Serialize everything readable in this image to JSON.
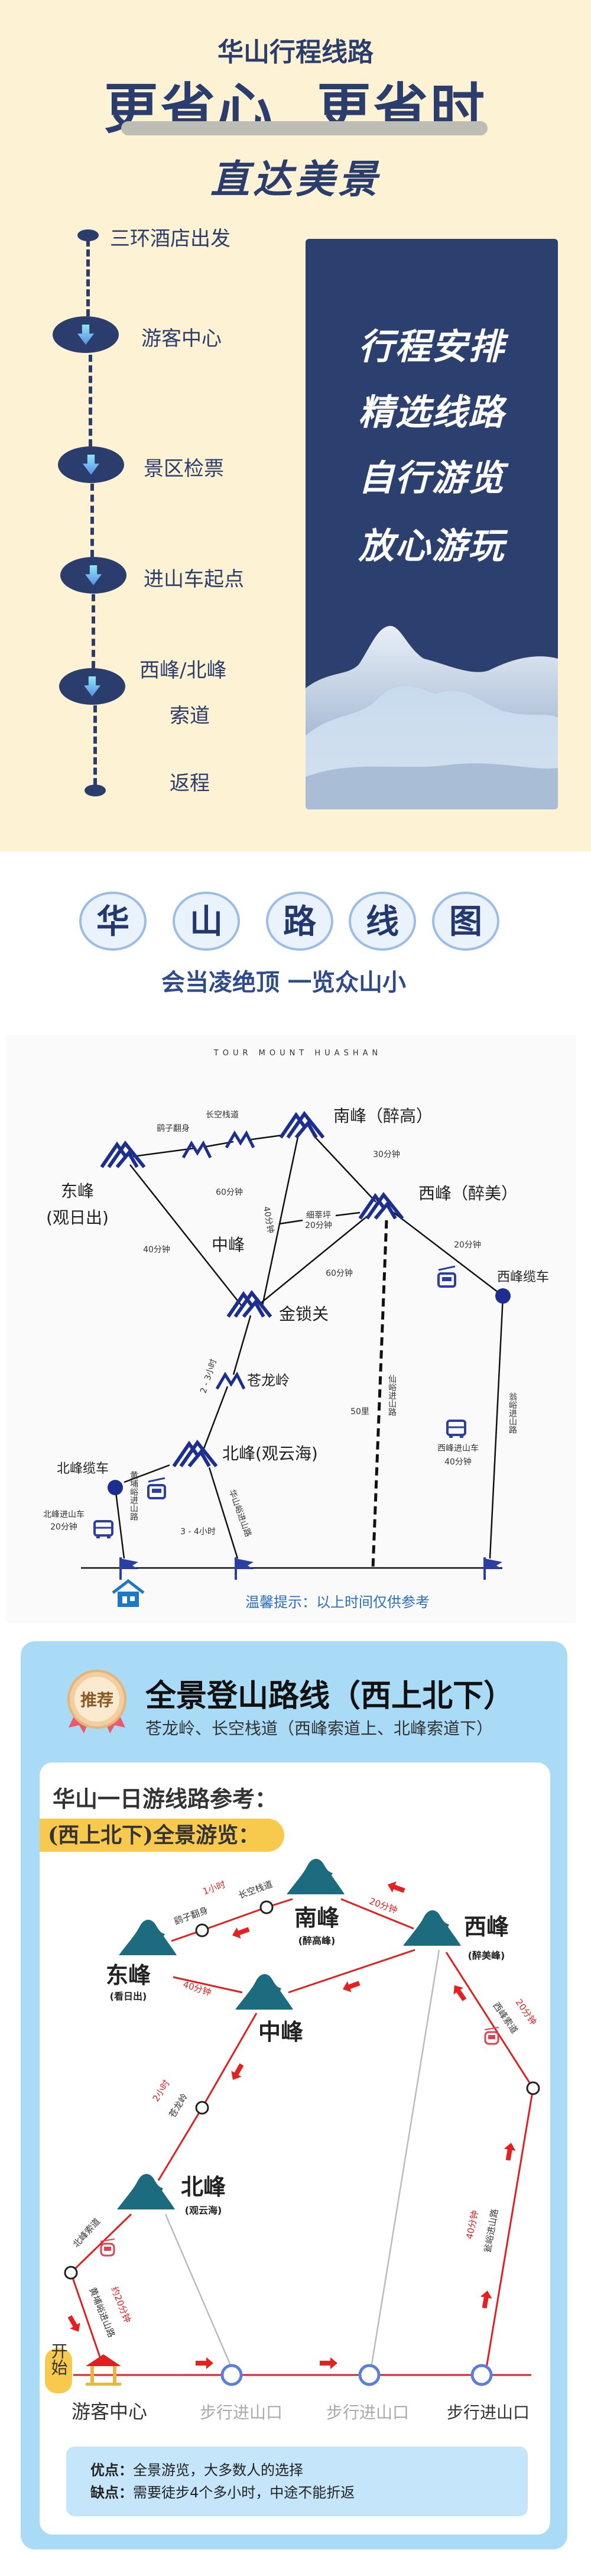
{
  "header": {
    "title_small": "华山行程线路",
    "title_big": "更省心  更省时",
    "subtitle": "直达美景"
  },
  "timeline": {
    "start": "三环酒店出发",
    "steps": [
      "游客中心",
      "景区检票",
      "进山车起点",
      "西峰/北峰",
      "索道"
    ],
    "end": "返程"
  },
  "feature_box": {
    "lines": [
      "行程安排",
      "精选线路",
      "自行游览",
      "放心游玩"
    ]
  },
  "route_map": {
    "heading_chars": [
      "华",
      "山",
      "路",
      "线",
      "图"
    ],
    "slogan": "会当凌绝顶 一览众山小",
    "tour_label": "TOUR MOUNT HUASHAN",
    "peaks": {
      "south": "南峰（醉高）",
      "east": "东峰",
      "east_sub": "(观日出)",
      "west": "西峰（醉美）",
      "middle": "中峰",
      "jinsuoguan": "金锁关",
      "canglongling": "苍龙岭",
      "north": "北峰(观云海)",
      "yaozi": "鹞子翻身",
      "changkong": "长空栈道",
      "xishen": "细莘坪",
      "north_cable": "北峰缆车",
      "west_cable": "西峰缆车"
    },
    "times": {
      "south_west": "30分钟",
      "east_south": "60分钟",
      "middle_vertical": "40分钟",
      "xishen_time": "20分钟",
      "east_jsg": "40分钟",
      "jsg_west": "60分钟",
      "west_cable": "20分钟",
      "canglong": "2 - 3小时",
      "distance": "50里",
      "west_bus": "西峰进山车",
      "west_bus_time": "40分钟",
      "north_hike": "3 - 4小时",
      "north_bus": "北峰进山车",
      "north_bus_time": "20分钟"
    },
    "roads": {
      "xianyu": "仙峪进山路",
      "wengyu": "翁峪进山路",
      "huashanyu": "华山峪进山路",
      "huangpuyu": "黄埔峪进山路"
    },
    "tip": "温馨提示：以上时间仅供参考"
  },
  "recommend": {
    "badge": "推荐",
    "title": "全景登山路线（西上北下）",
    "subtitle": "苍龙岭、长空栈道（西峰索道上、北峰索道下）",
    "ref_title": "华山一日游线路参考：",
    "pill": "(西上北下)全景游览：",
    "peaks": {
      "south": "南峰",
      "south_sub": "(醉高峰)",
      "west": "西峰",
      "west_sub": "(醉美峰)",
      "east": "东峰",
      "east_sub": "(看日出)",
      "middle": "中峰",
      "north": "北峰",
      "north_sub": "(观云海)"
    },
    "labels": {
      "one_hour": "1小时",
      "yaozi": "鹞子翻身",
      "changkong": "长空栈道",
      "south_west": "20分钟",
      "east_middle": "40分钟",
      "two_hours": "2小时",
      "canglong": "苍龙岭",
      "west_cable_time": "20分钟",
      "west_cable": "西峰索道",
      "north_cable": "北峰索道",
      "huangpu": "黄埔峪进山路",
      "huangpu_time": "约20分钟",
      "wengyu_time": "40分钟",
      "wengyu": "瓮峪进山路"
    },
    "start": "开始",
    "visitor_center": "游客中心",
    "entrances": [
      "步行进山口",
      "步行进山口",
      "步行进山口"
    ],
    "pros_label": "优点：",
    "pros": "全景游览，大多数人的选择",
    "cons_label": "缺点：",
    "cons": "需要徒步4个多小时，中途不能折返"
  },
  "colors": {
    "navy": "#2b3d6c",
    "cream": "#fdf2d3",
    "route_red": "#e02020",
    "peak_teal": "#1d6b7e",
    "card_blue": "#a9dbf7"
  }
}
